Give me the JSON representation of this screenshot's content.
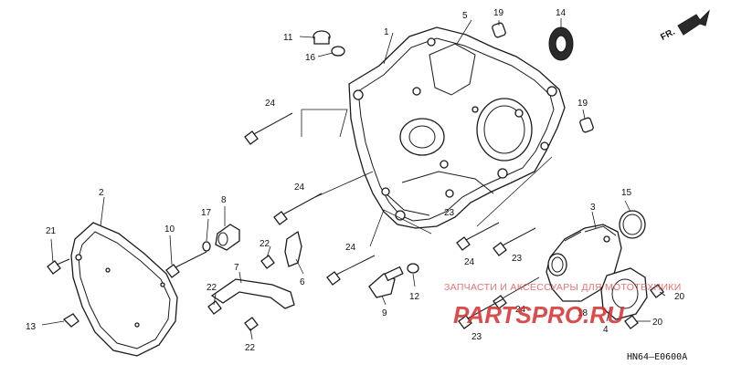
{
  "part_numbers": {
    "p1": "1",
    "p2": "2",
    "p4": "4",
    "p5": "5",
    "p6": "6",
    "p7": "7",
    "p8": "8",
    "p9": "9",
    "p10": "10",
    "p11": "11",
    "p12": "12",
    "p13": "13",
    "p14": "14",
    "p15": "15",
    "p16": "16",
    "p17": "17",
    "p18": "18",
    "p19a": "19",
    "p19b": "19",
    "p20a": "20",
    "p20b": "20",
    "p21": "21",
    "p22a": "22",
    "p22b": "22",
    "p22c": "22",
    "p23a": "23",
    "p23b": "23",
    "p23c": "23",
    "p24a": "24",
    "p24b": "24",
    "p24c": "24",
    "p24d": "24",
    "p24e": "24"
  },
  "direction_label": "FR.",
  "diagram_code": "HN64—E0600A",
  "watermark": {
    "caption": "ЗАПЧАСТИ И АКСЕССУАРЫ ДЛЯ МОТОТЕХНИКИ",
    "logo_text": "PARTSPRO.RU"
  },
  "colors": {
    "line": "#1a1a1a",
    "watermark": "#d42f2f"
  }
}
